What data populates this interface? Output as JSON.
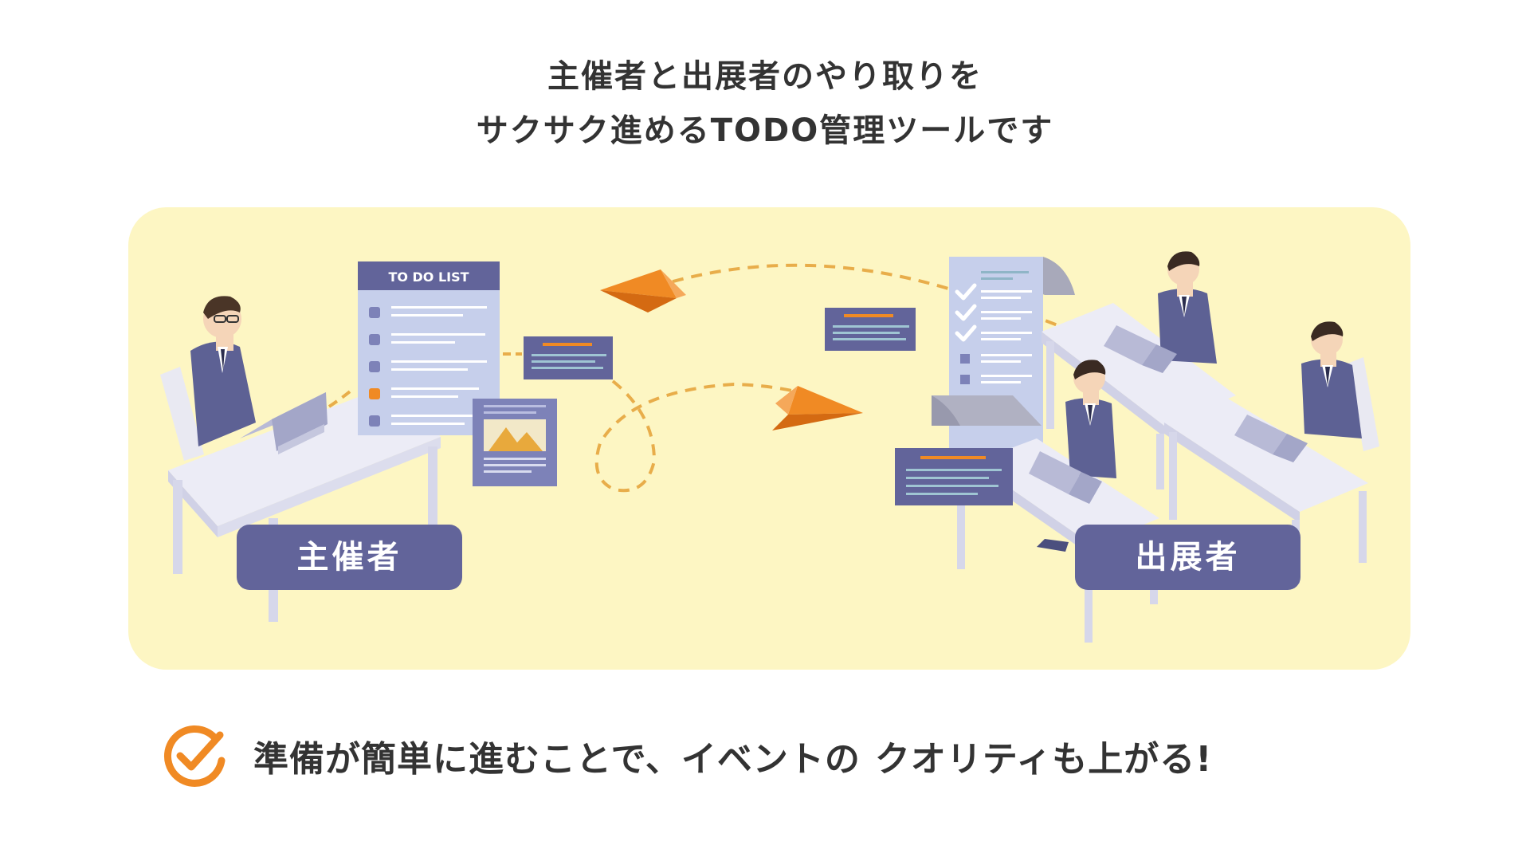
{
  "headline": {
    "line1": "主催者と出展者のやり取りを",
    "line2": "サクサク進めるTODO管理ツールです"
  },
  "illustration": {
    "todo_title": "TO DO LIST",
    "organizer_label": "主催者",
    "exhibitor_label": "出展者"
  },
  "benefit": {
    "text_main": "準備が簡単に進むことで、イベントの",
    "text_highlight": "クオリティも上がる!"
  },
  "colors": {
    "panel_bg": "#fdf6c3",
    "label_bg": "#62649a",
    "accent_orange": "#f08a24",
    "highlight": "#f7ae4e",
    "text": "#333333"
  }
}
